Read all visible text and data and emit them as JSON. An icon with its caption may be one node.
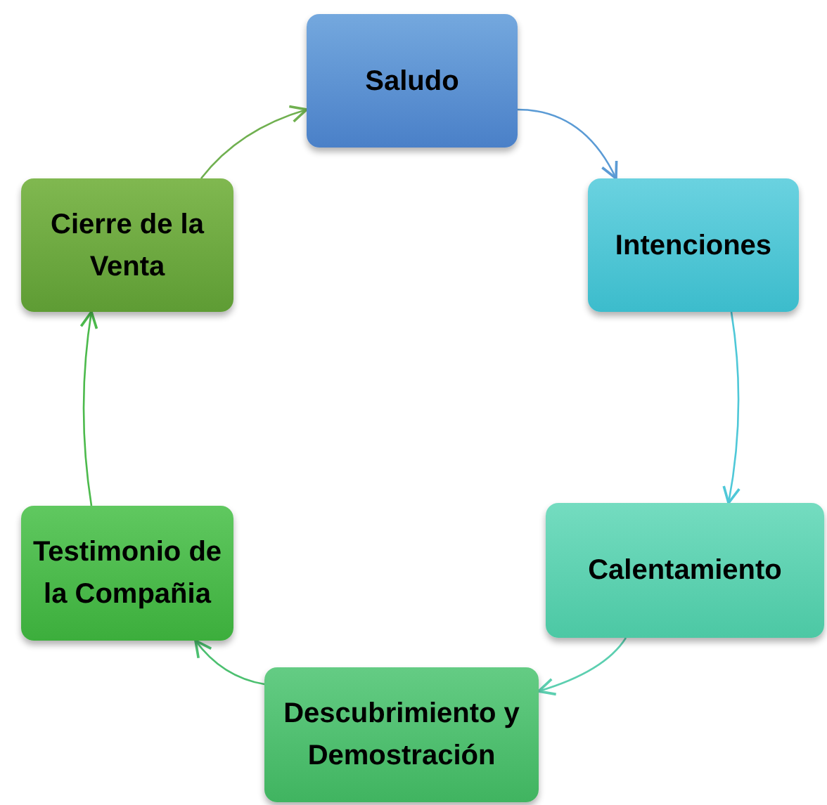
{
  "diagram": {
    "nodes": [
      {
        "text": [
          "Saludo"
        ]
      },
      {
        "text": [
          "Intenciones"
        ]
      },
      {
        "text": [
          "Calentamiento"
        ]
      },
      {
        "text": [
          "Descubrimiento y Demostración"
        ]
      },
      {
        "text": [
          "Testimonio de la Compañia"
        ]
      },
      {
        "text": [
          "Cierre de la Venta"
        ]
      }
    ],
    "edges": [
      {
        "from": 0,
        "to": 1,
        "arrow": "to",
        "color": "#5b9bd5"
      },
      {
        "from": 1,
        "to": 2,
        "arrow": "to",
        "color": "#4fc8d8"
      },
      {
        "from": 2,
        "to": 3,
        "arrow": "to",
        "color": "#5ccfb0"
      },
      {
        "from": 3,
        "to": 4,
        "arrow": "to",
        "color": "#4cc070"
      },
      {
        "from": 4,
        "to": 5,
        "arrow": "to",
        "color": "#4cba4c"
      },
      {
        "from": 5,
        "to": 0,
        "arrow": "to",
        "color": "#70b050"
      }
    ]
  }
}
